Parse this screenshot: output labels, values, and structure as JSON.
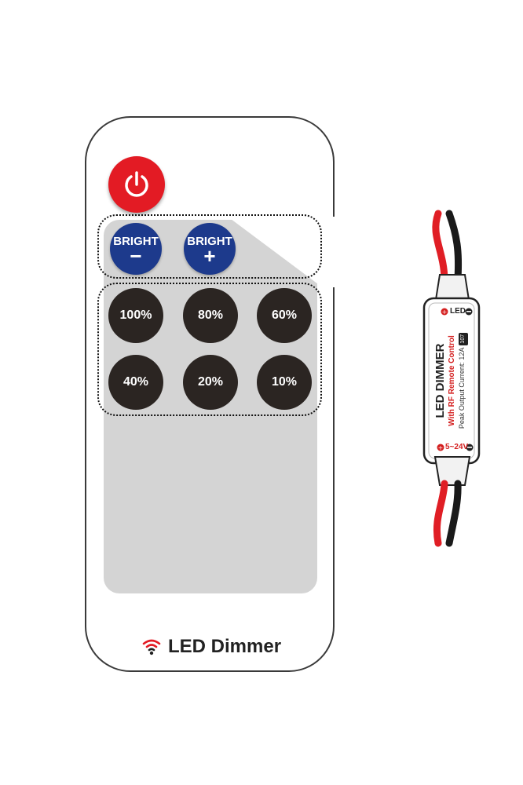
{
  "remote": {
    "power_icon": "power-icon",
    "bright_buttons": [
      {
        "label": "BRIGHT",
        "symbol": "−"
      },
      {
        "label": "BRIGHT",
        "symbol": "+"
      }
    ],
    "percent_buttons": [
      "100%",
      "80%",
      "60%",
      "40%",
      "20%",
      "10%"
    ],
    "footer_label": "LED Dimmer",
    "footer_icon": "wifi-signal-icon"
  },
  "device": {
    "top_label": "LED",
    "bottom_label": "5~24V",
    "title": "LED DIMMER",
    "subtitle": "With RF Remote Control",
    "spec": "Peak Output Current: 12A",
    "badge": "107"
  },
  "colors": {
    "power": "#e31b24",
    "bright": "#1d3a8c",
    "percent": "#2b2522",
    "panel": "#d4d4d4",
    "wire_red": "#e01e25",
    "wire_black": "#1a1a1a"
  }
}
